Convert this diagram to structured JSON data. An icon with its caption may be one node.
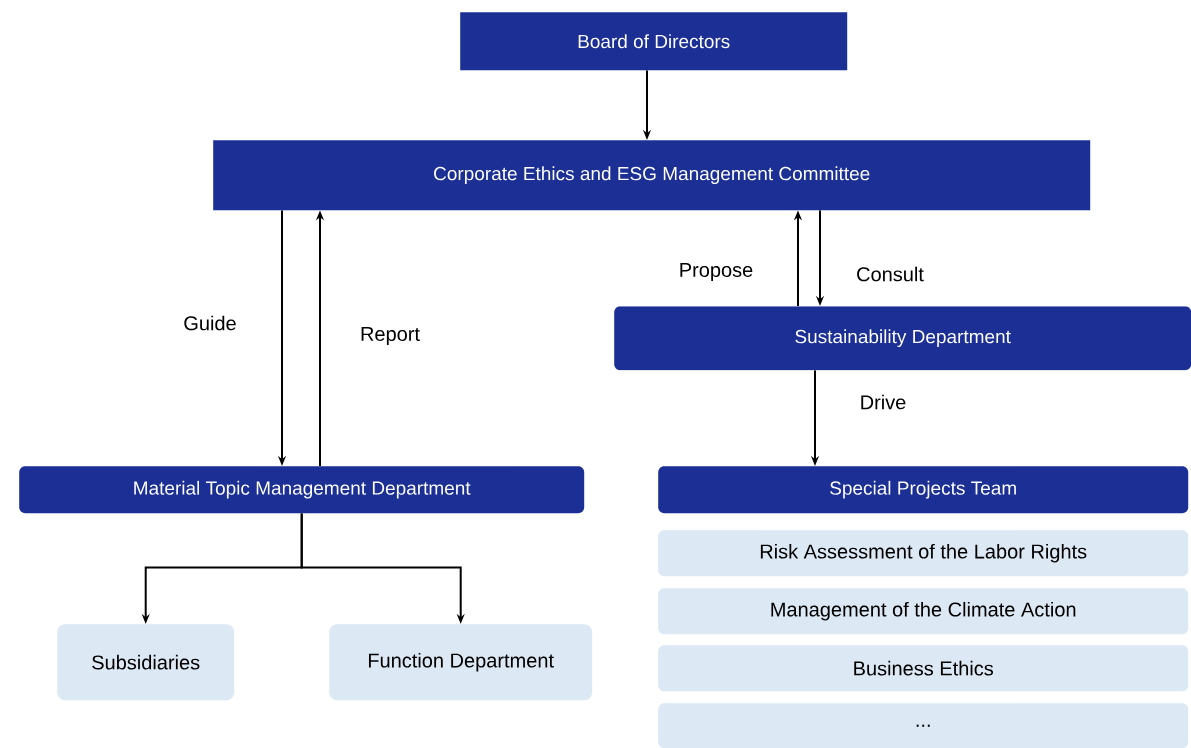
{
  "diagram": {
    "nodes": [
      {
        "text": [
          "Board of Directors"
        ]
      },
      {
        "text": [
          "Corporate Ethics and ESG Management Committee"
        ]
      },
      {
        "text": [
          "Sustainability Department"
        ]
      },
      {
        "text": [
          "Material Topic Management Department"
        ]
      },
      {
        "text": [
          "Subsidiaries"
        ]
      },
      {
        "text": [
          "Function Department"
        ]
      },
      {
        "text": [
          "Special Projects Team"
        ]
      },
      {
        "text": [
          "Risk Assessment of the Labor Rights"
        ]
      },
      {
        "text": [
          "Management of the Climate Action"
        ]
      },
      {
        "text": [
          "Business Ethics"
        ]
      },
      {
        "text": [
          "..."
        ]
      }
    ],
    "edges": [
      {
        "from": 0,
        "to": 1,
        "arrow": "to"
      },
      {
        "from": 1,
        "to": 3,
        "arrow": "to",
        "label": "Guide"
      },
      {
        "from": 3,
        "to": 1,
        "arrow": "to",
        "label": "Report"
      },
      {
        "from": 2,
        "to": 1,
        "arrow": "to",
        "label": "Propose"
      },
      {
        "from": 1,
        "to": 2,
        "arrow": "to",
        "label": "Consult"
      },
      {
        "from": 2,
        "to": 6,
        "arrow": "to",
        "label": "Drive"
      },
      {
        "from": 3,
        "to": 4,
        "arrow": "to"
      },
      {
        "from": 3,
        "to": 5,
        "arrow": "to"
      }
    ]
  }
}
